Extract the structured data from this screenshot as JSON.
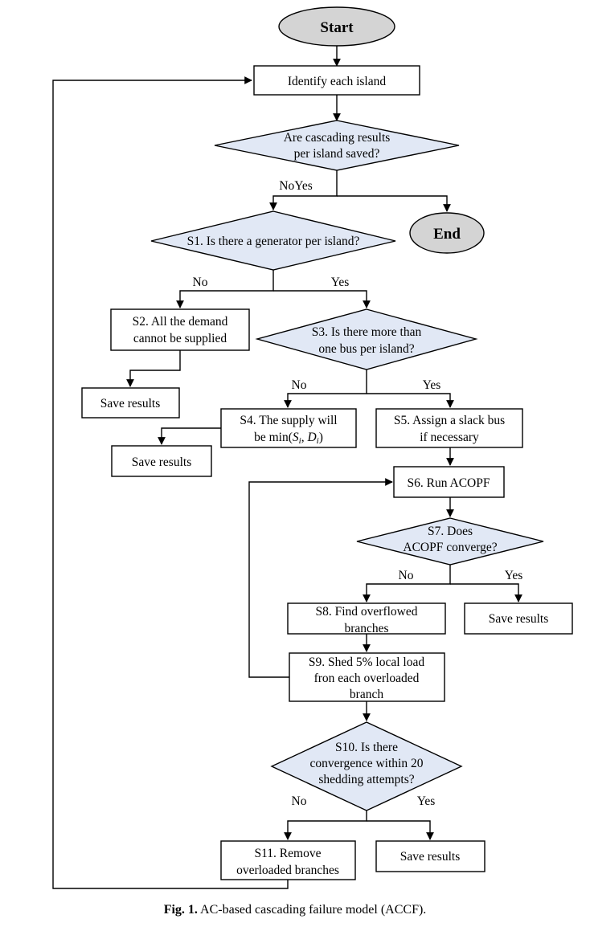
{
  "nodes": {
    "start": "Start",
    "end": "End",
    "identify": "Identify each island",
    "saved_q": [
      "Are cascading results",
      "per island saved?"
    ],
    "s1": "S1. Is there a generator per island?",
    "s2": [
      "S2. All the demand",
      "cannot be supplied"
    ],
    "save_results": "Save results",
    "s3": [
      "S3. Is there more than",
      "one bus per island?"
    ],
    "s4": {
      "line1": "S4. The supply will",
      "line2_prefix": "be min(",
      "s": "S",
      "sub_i": "i",
      "comma": ", ",
      "d": "D",
      "line2_suffix": ")"
    },
    "s5": [
      "S5. Assign a slack bus",
      "if necessary"
    ],
    "s6": "S6. Run ACOPF",
    "s7": [
      "S7. Does",
      "ACOPF converge?"
    ],
    "s8": [
      "S8. Find overflowed",
      "branches"
    ],
    "s9": [
      "S9. Shed 5% local load",
      "fron each overloaded",
      "branch"
    ],
    "s10": [
      "S10. Is there",
      "convergence within 20",
      "shedding attempts?"
    ],
    "s11": [
      "S11. Remove",
      "overloaded branches"
    ]
  },
  "edges": {
    "no": "No",
    "yes": "Yes",
    "noyes": "NoYes"
  },
  "caption": {
    "label": "Fig. 1.",
    "text": " AC-based cascading failure model (ACCF)."
  },
  "colors": {
    "terminal_fill": "#d4d4d4",
    "decision_fill": "#e1e8f5",
    "stroke": "#000000"
  }
}
